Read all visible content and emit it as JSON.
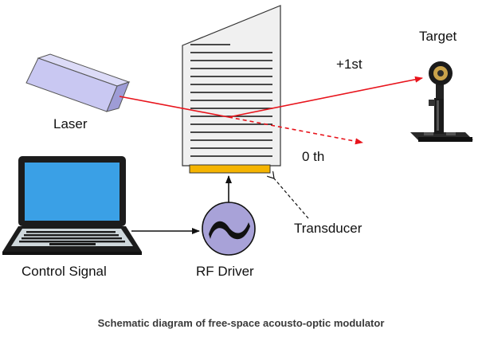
{
  "labels": {
    "laser": "Laser",
    "target": "Target",
    "first_order": "+1st",
    "zeroth_order": "0 th",
    "transducer": "Transducer",
    "control_signal": "Control Signal",
    "rf_driver": "RF Driver"
  },
  "caption": "Schematic diagram of free-space acousto-optic modulator",
  "colors": {
    "beam": "#e8141c",
    "transducer": "#f5b400",
    "driver_fill": "#a8a2d8",
    "laser_body": "#c9c8f2",
    "crystal": "#f0f0f0"
  },
  "icons": {
    "rf_driver": "sine-wave-icon",
    "control": "laptop-icon",
    "target": "target-mount-icon"
  }
}
